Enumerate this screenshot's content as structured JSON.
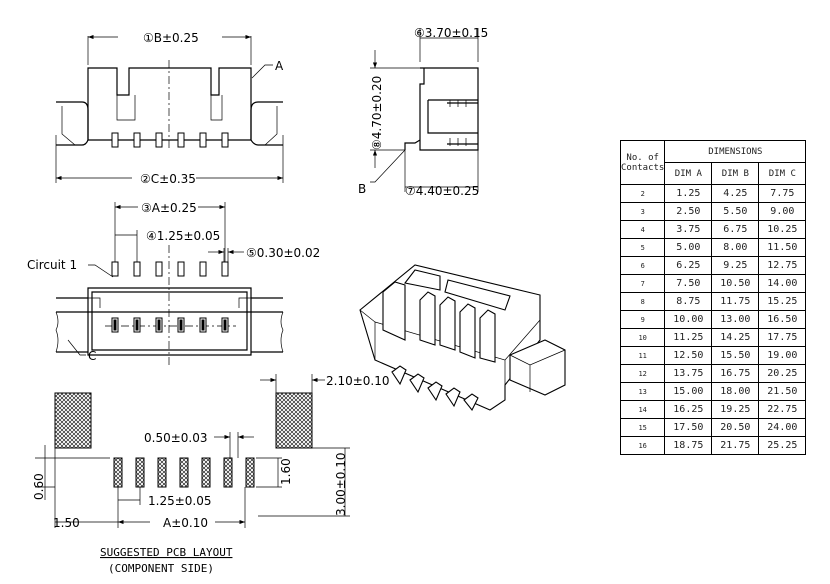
{
  "front_view": {
    "dim_b": "①B±0.25",
    "dim_c": "②C±0.35",
    "label_a": "A"
  },
  "bottom_view": {
    "dim_a": "③A±0.25",
    "pitch": "④1.25±0.05",
    "pin_width": "⑤0.30±0.02",
    "circuit_label": "Circuit 1",
    "label_c": "C"
  },
  "side_view": {
    "depth": "⑥3.70±0.15",
    "height": "⑧4.70±0.20",
    "footprint": "⑦4.40±0.25",
    "label_b": "B"
  },
  "pcb_layout": {
    "pad_width": "2.10±0.10",
    "pad_size": "0.50±0.03",
    "pad_len": "1.60",
    "total_len": "3.00±0.10",
    "offset": "0.60",
    "edge": "1.50",
    "pitch": "1.25±0.05",
    "span": "A±0.10",
    "title": "SUGGESTED PCB LAYOUT",
    "subtitle": "(COMPONENT SIDE)"
  },
  "table": {
    "header_contacts": "No. of Contacts",
    "header_dimensions": "DIMENSIONS",
    "columns": [
      "DIM A",
      "DIM B",
      "DIM C"
    ],
    "rows": [
      [
        "2",
        "1.25",
        "4.25",
        "7.75"
      ],
      [
        "3",
        "2.50",
        "5.50",
        "9.00"
      ],
      [
        "4",
        "3.75",
        "6.75",
        "10.25"
      ],
      [
        "5",
        "5.00",
        "8.00",
        "11.50"
      ],
      [
        "6",
        "6.25",
        "9.25",
        "12.75"
      ],
      [
        "7",
        "7.50",
        "10.50",
        "14.00"
      ],
      [
        "8",
        "8.75",
        "11.75",
        "15.25"
      ],
      [
        "9",
        "10.00",
        "13.00",
        "16.50"
      ],
      [
        "10",
        "11.25",
        "14.25",
        "17.75"
      ],
      [
        "11",
        "12.50",
        "15.50",
        "19.00"
      ],
      [
        "12",
        "13.75",
        "16.75",
        "20.25"
      ],
      [
        "13",
        "15.00",
        "18.00",
        "21.50"
      ],
      [
        "14",
        "16.25",
        "19.25",
        "22.75"
      ],
      [
        "15",
        "17.50",
        "20.50",
        "24.00"
      ],
      [
        "16",
        "18.75",
        "21.75",
        "25.25"
      ]
    ]
  }
}
